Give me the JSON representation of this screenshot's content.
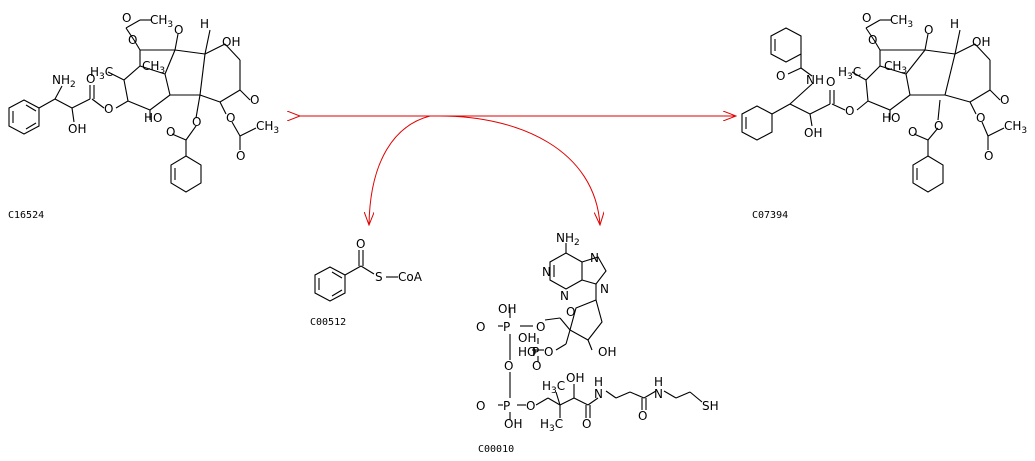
{
  "compounds": {
    "left": {
      "id": "C16524"
    },
    "right": {
      "id": "C07394"
    },
    "benzoyl": {
      "id": "C00512"
    },
    "coa": {
      "id": "C00010"
    }
  },
  "labels": {
    "amine": "NH",
    "amine_sub": "2",
    "nh": "NH",
    "oh": "OH",
    "h": "H",
    "ch": "CH",
    "three": "3",
    "o": "O",
    "s": "S",
    "coa": "CoA",
    "p": "P",
    "n": "N",
    "sh": "SH"
  },
  "colors": {
    "arrow": "#e00000",
    "structure": "#000000"
  }
}
